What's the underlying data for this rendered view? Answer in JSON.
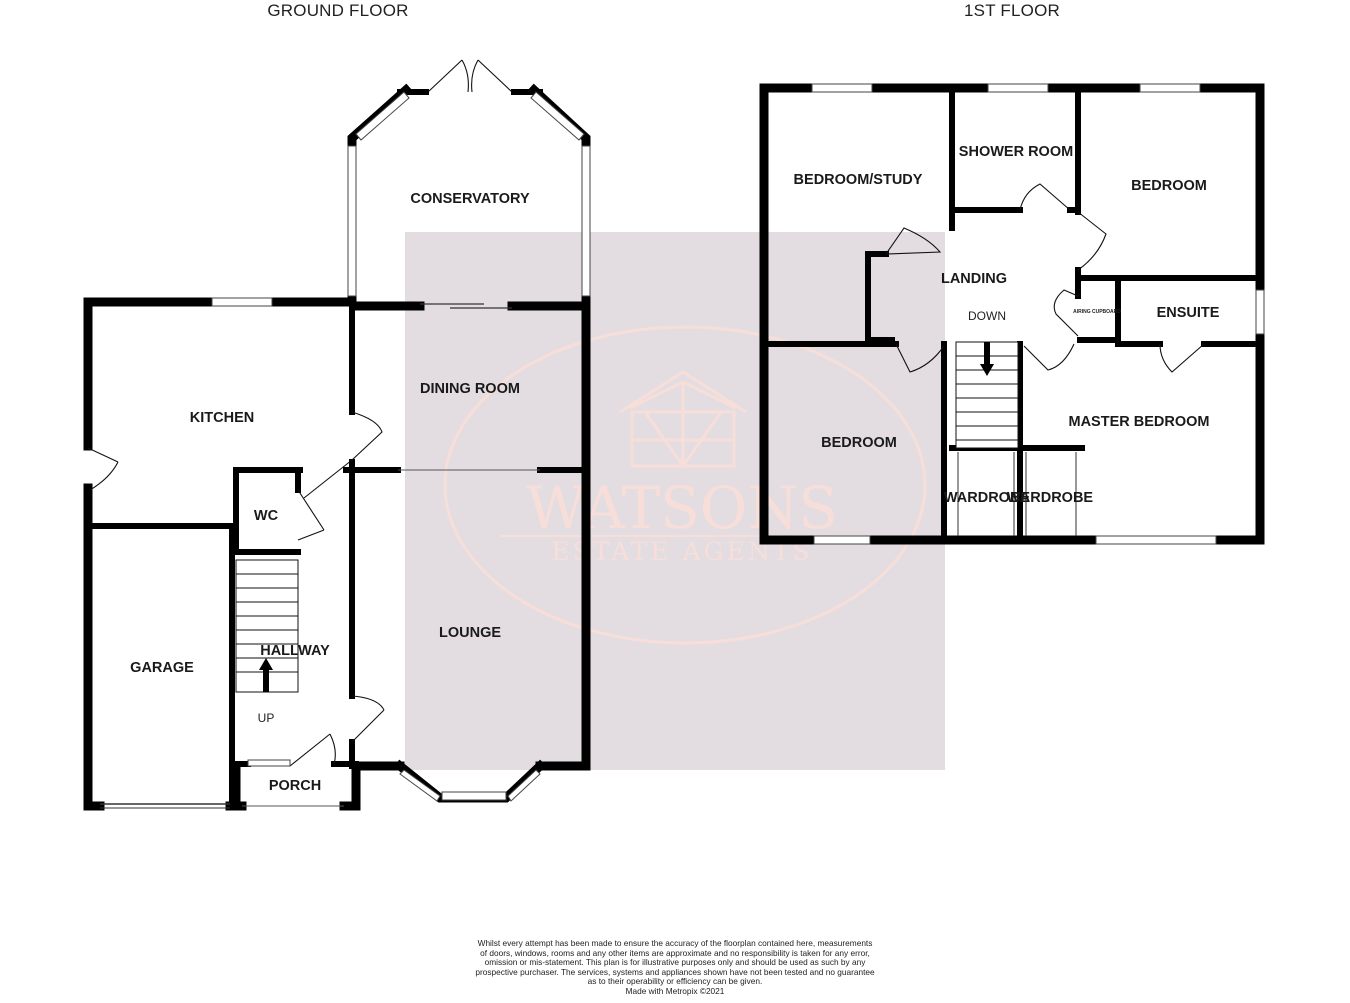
{
  "floors": {
    "ground": {
      "title": "GROUND FLOOR",
      "rooms": {
        "conservatory": "CONSERVATORY",
        "kitchen": "KITCHEN",
        "dining_room": "DINING ROOM",
        "wc": "WC",
        "garage": "GARAGE",
        "hallway": "HALLWAY",
        "lounge": "LOUNGE",
        "porch": "PORCH"
      },
      "stairs_label": "UP"
    },
    "first": {
      "title": "1ST FLOOR",
      "rooms": {
        "bedroom_study": "BEDROOM/STUDY",
        "shower_room": "SHOWER ROOM",
        "bedroom_right": "BEDROOM",
        "landing": "LANDING",
        "ensuite": "ENSUITE",
        "airing_cupboard": "AIRING CUPBOARD",
        "bedroom_left": "BEDROOM",
        "master_bedroom": "MASTER BEDROOM",
        "wardrobe_1": "WARDROBE",
        "wardrobe_2": "WARDROBE"
      },
      "stairs_label": "DOWN"
    }
  },
  "watermark": {
    "brand": "WATSONS",
    "tagline": "ESTATE AGENTS",
    "colors": {
      "panel": "#e3dde2",
      "ink": "#f7ded9"
    }
  },
  "disclaimer": {
    "lines": [
      "Whilst every attempt has been made to ensure the accuracy of the floorplan contained here, measurements",
      "of doors, windows, rooms and any other items are approximate and no responsibility is taken for any error,",
      "omission or mis-statement. This plan is for illustrative purposes only and should be used as such by any",
      "prospective purchaser. The services, systems and appliances shown have not been tested and no guarantee",
      "as to their operability or efficiency can be given."
    ],
    "credit": "Made with Metropix ©2021"
  }
}
